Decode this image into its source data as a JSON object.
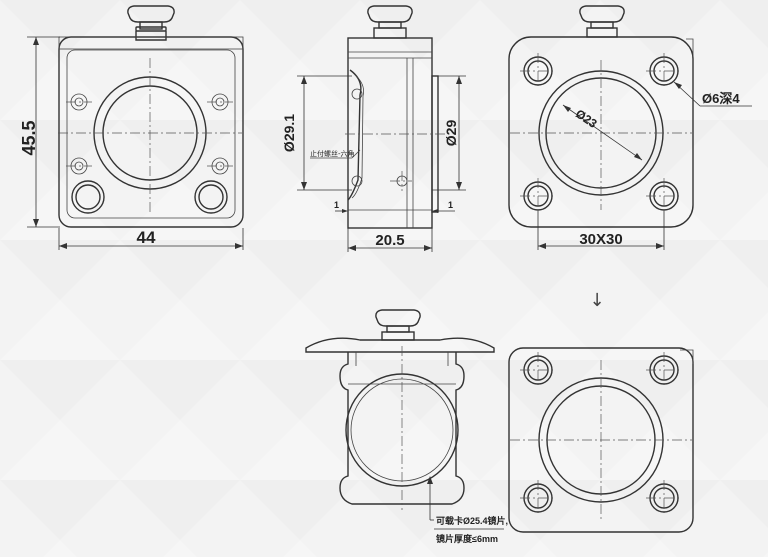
{
  "background": "#f3f3f3",
  "line_color": "#333333",
  "dimensions": {
    "height": "45.5",
    "width": "44",
    "side_diameter": "Ø29.1",
    "side_inner_diameter": "Ø29",
    "side_depth": "20.5",
    "side_offset_left": "1",
    "side_offset_right": "1",
    "side_callout": "止付螺丝-六角",
    "bore_diameter": "Ø23",
    "hole_spec": "Ø6深4",
    "hole_spacing": "30X30"
  },
  "annotation": {
    "line1": "可载卡Ø25.4镜片,",
    "line2": "镜片厚度≤6mm"
  },
  "arrow": "↓"
}
